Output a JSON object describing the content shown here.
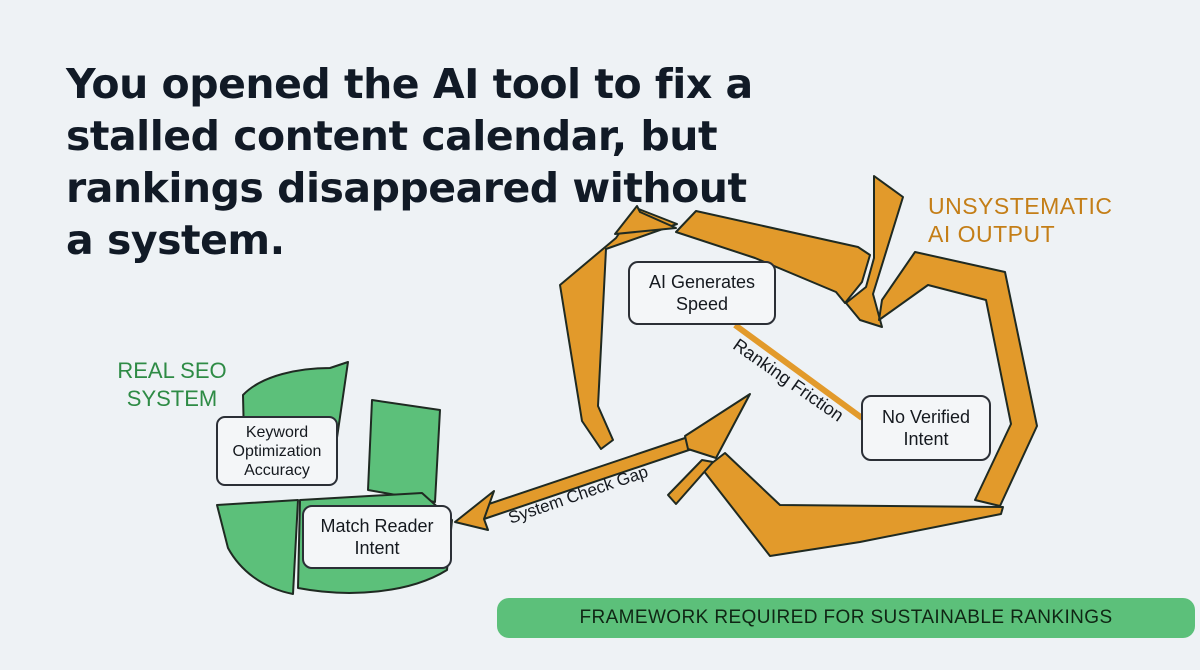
{
  "headline": "You opened the AI tool to fix a stalled content calendar, but rankings disappeared without a system.",
  "left_group": {
    "label": "REAL SEO\nSYSTEM",
    "boxes": {
      "keyword": "Keyword\nOptimization\nAccuracy",
      "match": "Match Reader\nIntent"
    }
  },
  "right_group": {
    "label": "UNSYSTEMATIC\nAI OUTPUT",
    "boxes": {
      "ai_speed": "AI Generates\nSpeed",
      "no_verified": "No Verified\nIntent"
    },
    "link_label": "Ranking Friction"
  },
  "connector_label": "System Check Gap",
  "banner": "FRAMEWORK REQUIRED FOR SUSTAINABLE RANKINGS",
  "colors": {
    "background": "#eef2f5",
    "green": "#5cc07a",
    "green_text": "#2e8b45",
    "orange": "#e29a2b",
    "orange_text": "#c47e17",
    "text_dark": "#111a26"
  }
}
